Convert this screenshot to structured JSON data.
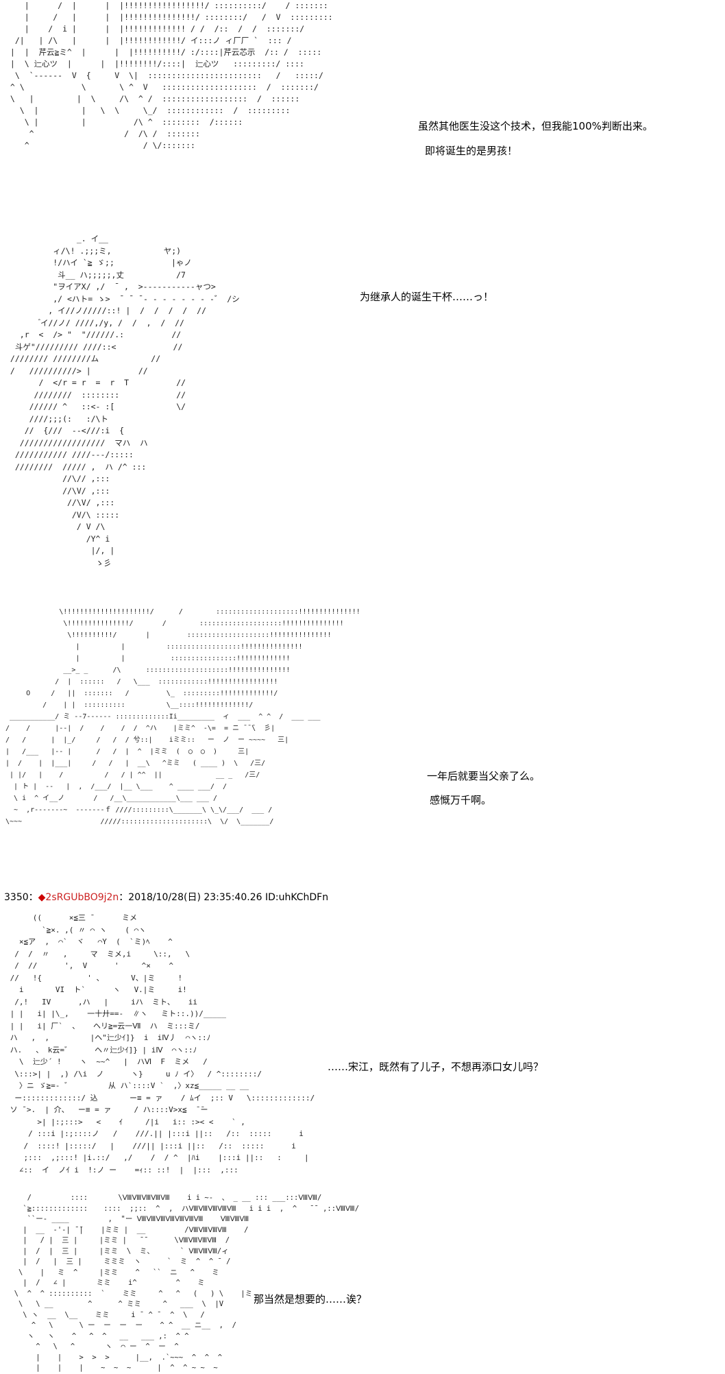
{
  "panels": [
    {
      "art": "    |      /  |      |  |!!!!!!!!!!!!!!!!!/ ::::::::::/    / :::::::\n    |     /   |      |  |!!!!!!!!!!!!!!!/ ::::::::/   /  V  :::::::::\n    |    /  i |      |  |!!!!!!!!!!!!! / /  /::  /  /  :::::::/\n  /|   | /\\   |      |  |!!!!!!!!!!!!/ イ:::ノ ィ厂厂 `  ::: /\n |  |  芹云≧ミ^  |      |  |!!!!!!!!!!/ :/::::|芹云芯示  /:: /  :::::\n |  \\ 辷心ツ  |      |  |!!!!!!!!/::::|  辷心ツ   :::::::::/ ::::\n  \\  `------  V  {     V  \\|  ::::::::::::::::::::::::   /   :::::/\n ^ \\            \\       \\ ^  V   ::::::::::::::::::::  /  :::::::/\n \\   |         |  \\     /\\  ^ /  ::::::::::::::::::  /  ::::::\n   \\  |         |   \\  \\     \\_/  ::::::::::::  /  :::::::::\n    \\ |         |          /\\ ^  ::::::::  /::::::\n     ^                   /  /\\ /  :::::::\n    ^                        / \\/:::::::",
      "lines": [
        "虽然其他医生没这个技术，但我能100%判断出来。",
        "即将诞生的是男孩！"
      ]
    },
    {
      "art": "               _. イ__\n          ィ/\\! .;;;ミ,           ヤ;)\n          !/ハイ `≧ ゞ;;            |ゃノ\n           斗__ ハ;;;;;,丈           /7\n          \"ヲイアX/ ,/  ̄  ,  >-----------ャつ>\n          ,/ <ハト= ゝ>  ̄  ̄  ̄ - - - - - - - -゛ /シ\n         , イ//ノ/////::! |  /  /  /  /  //\n        ゙イ//ノ/ ////,/y, /  /  ,  /  //\n   ,r  <  /> \"  \"//////.:          //\n  斗ゲ\"///////// ////::<            //\n //////// ////////ム           //\n /   //////////> |          //\n       /  </r = r  =  r  T          //\n      ////////  ::::::::            //\n     ////// ^   ::<- :[             \\/\n     ////;;;(:   :/\\ト\n    //  {///  --<///:i  {\n   //////////////////  マハ  ハ\n  /////////// ////---/:::::\n  ////////  ///// ,  ハ /^ :::\n            //\\// ,:::\n            //\\V/ ,:::\n             //\\V/ ,:::\n              /V/\\ :::::\n               / V /\\\n                 /Y^ i\n                  |/, |\n                   ゝ彡",
      "lines": [
        "为继承人的诞生干杯……っ！"
      ]
    },
    {
      "art": "             \\!!!!!!!!!!!!!!!!!!!!!/      /        ::::::::::::::::::::!!!!!!!!!!!!!!!\n              \\!!!!!!!!!!!!!!!/       /        ::::::::::::::::::::!!!!!!!!!!!!!!!\n               \\!!!!!!!!!!/       |         ::::::::::::::::::::!!!!!!!!!!!!!!!\n                 |          |          ::::::::::::::::::!!!!!!!!!!!!!!!\n                 |          |           ::::::::::::::::!!!!!!!!!!!!!\n              __>_ _      /\\      ::::::::::::::::::::!!!!!!!!!!!!!!!\n            /  |  ::::::   /   \\___  ::::::::::::!!!!!!!!!!!!!!!!!\n     O     /   ||  :::::::   /         \\_  :::::::::!!!!!!!!!!!!!/\n         /    | |  ::::::::::          \\__::::!!!!!!!!!!!!!/\n ___________/ ミ --7------ :::::::::::::Ii_________  ィ  ___  ^ ^  /  ___ ___\n/    /      |--|  /    /    /  /  ^ハ    |ミミ^  -\\=  = ニ ̄ ̄ ̄\\  彡|\n/   /      |  |_/     /   /  / 兮::|    iミミ::   ー  ノ  ー ~~~~   三|\n|   /___   |-- |      /   /  |  ^  |ミミ  (  ◯  ◯  )     三|\n|  /    |  |___|     /   /   |  __\\   ^ミミ   ( ____ )  \\   /三/\n | |/   |    /          /   / | ^^  ||             __ _   /三/\n  | ト |  --   |  ,  /___/  |__ \\___    ^ ____ ___/  /\n  \\ i  ^ イ__ノ       /   /__\\____________\\___ ___ /\n  ~  ,r-------~  -------ｆ ////:::::::::\\_______\\ \\_\\/___/  ___ /\n\\~~~                   /////:::::::::::::::::::::\\  \\/  \\_______/",
      "lines": [
        "一年后就要当父亲了么。",
        "感慨万千啊。"
      ]
    }
  ],
  "post": {
    "number": "3350",
    "separator": "：",
    "trip_mark": "◆",
    "tripcode": "2sRGUbBO9j2n",
    "date_separator": "：",
    "datetime": "2018/10/28(日) 23:35:40.26",
    "id": "ID:uhKChDFn"
  },
  "post_panels": [
    {
      "art": "      ((      ×≦三 ̄       ミメ\n        `≧×. ,( 〃 ⌒ ヽ    ( ⌒ヽ\n   ×≦ア  ,  ⌒`  ヾ   ⌒Y  (  `ミ)ﾍ    ^\n  /  /  〃   ,     マ  ミメ,i     \\::,   \\\n  /  //      ',  V      '     ^×    ^\n //   !{          ' 、      V、|ミ     !\n   i       VI  ト`      ヽ   V.|ミ     i!\n  /,!   IV      ,ハ   |     iハ  ミト、   ii\n | |   i| |\\_,    一十廾==-  ∥ヽ   ミト::.))/_____\n | |   i| 厂`  、   ヘリ≧=云一Ⅶ  ハ  ミ:::ミ/\n ハ   ,  ,         |ヘ\"辷少ｲ]}  i  iⅣ丿  ⌒ヽ::ﾉ\n ハ.   、 k云=゛     ヘ〃辷少ｲ]} | iⅣ  ⌒ヽ::ﾉ\n   \\  辷少´ !    ヽ  ~~^   |  ハⅥ  F  ミメ   /\n  \\:::>| |  ,) /\\i  ノ      ヽ}     u ﾉ イ〉  / ^::::::::/\n   〉ニ ゞ≧=- ゛        从 ハ`::::V `  ,〉xz≦_____ __ __\n  ー:::::::::::::/ 込       ー≡ = ァ    / ﾑイ  ;:: V   \\:::::::::::::/\n ソ ̄ >.  | 介、  ー≡ = ァ     / ハ::::V>x≦  ̄ ̄ー\n       >| |:;:::>   <    ｲ     /|i   i:: :>< <    ` ,\n     / :::i |:;::::ノ   /    ///.|| |:::i ||::   /::  :::::      i\n    /  ::::! |:::::/   |    ///|| |:::i ||::   /::  :::::      i\n    ;:::  ,;:::! |i.::/   ,/    /  / ^  |ﾊi    |:::i ||::   :     |\n   ∠::  イ  ノｲ i  !:ノ ー    =ｨ:: ::!  |  |:::  ,:::",
      "lines": [
        "……宋江，既然有了儿子，不想再添口女儿吗？"
      ]
    },
    {
      "art": "     /         ::::       \\ⅧⅧⅧⅧⅧ    i i ~‐  、 _ __ ::: ___:::ⅧⅧ/\n    `≧::::::::::::: 　 ::::  ;;::  ^  ,  ハⅧⅧⅧⅧⅧ   i i i  ,  ^   ̄ ̄  ,::ⅧⅧ/\n     ``ー- ____         ,  \"ー ⅧⅧⅧⅧⅧⅧⅧ    ⅧⅧⅧ\n    |  __  -'-| ̄ ̄|    |ミミ |  __         /ⅧⅧⅧⅧ    /\n    |   / |  三 |     |ミミ |   ̄ ̄       \\ⅧⅧⅧⅧ  /\n    |  /  |  三 |     |ミミ  \\  ミ、      ` ⅧⅧⅧ/ィ\n    |  /   |  三 |     ミミミ  ヽ      `  ミ  ^  ^ ̄  /\n   \\    |   ミ  ^     |ミミ    ^   ``  ニ   ^    ミ\n    |  /   ∠ |       ミミ    i^         ^    ミ\n  \\  ^  ^ ::::::::::  `    ミミ     ^   ^   (   ) \\    |ミ\n   \\   \\ __        ^      ^ ミミ     ^   ___  \\  |V\n    \\ ヽ  __  \\__    ミミ     i ̄  ^ ̄   ^  \\   /\n      ^   \\      \\ ー  ー  ー  ー    ^ ^  __ ニ__  ,  /\n     ヽ   ヽ    ^   ^  ^   __   ___ ,:  ^ ^\n       ^   \\   ^       ヽ  ⌒ ー  ^  ー  ^\n       |    |    >  >  >      |__,  .`~~~  ^  ^  ^\n       |    |    |    ~  ~  ~      |  ^  ^ ~ ~  ~",
      "lines": [
        "那当然是想要的……诶？"
      ]
    }
  ]
}
